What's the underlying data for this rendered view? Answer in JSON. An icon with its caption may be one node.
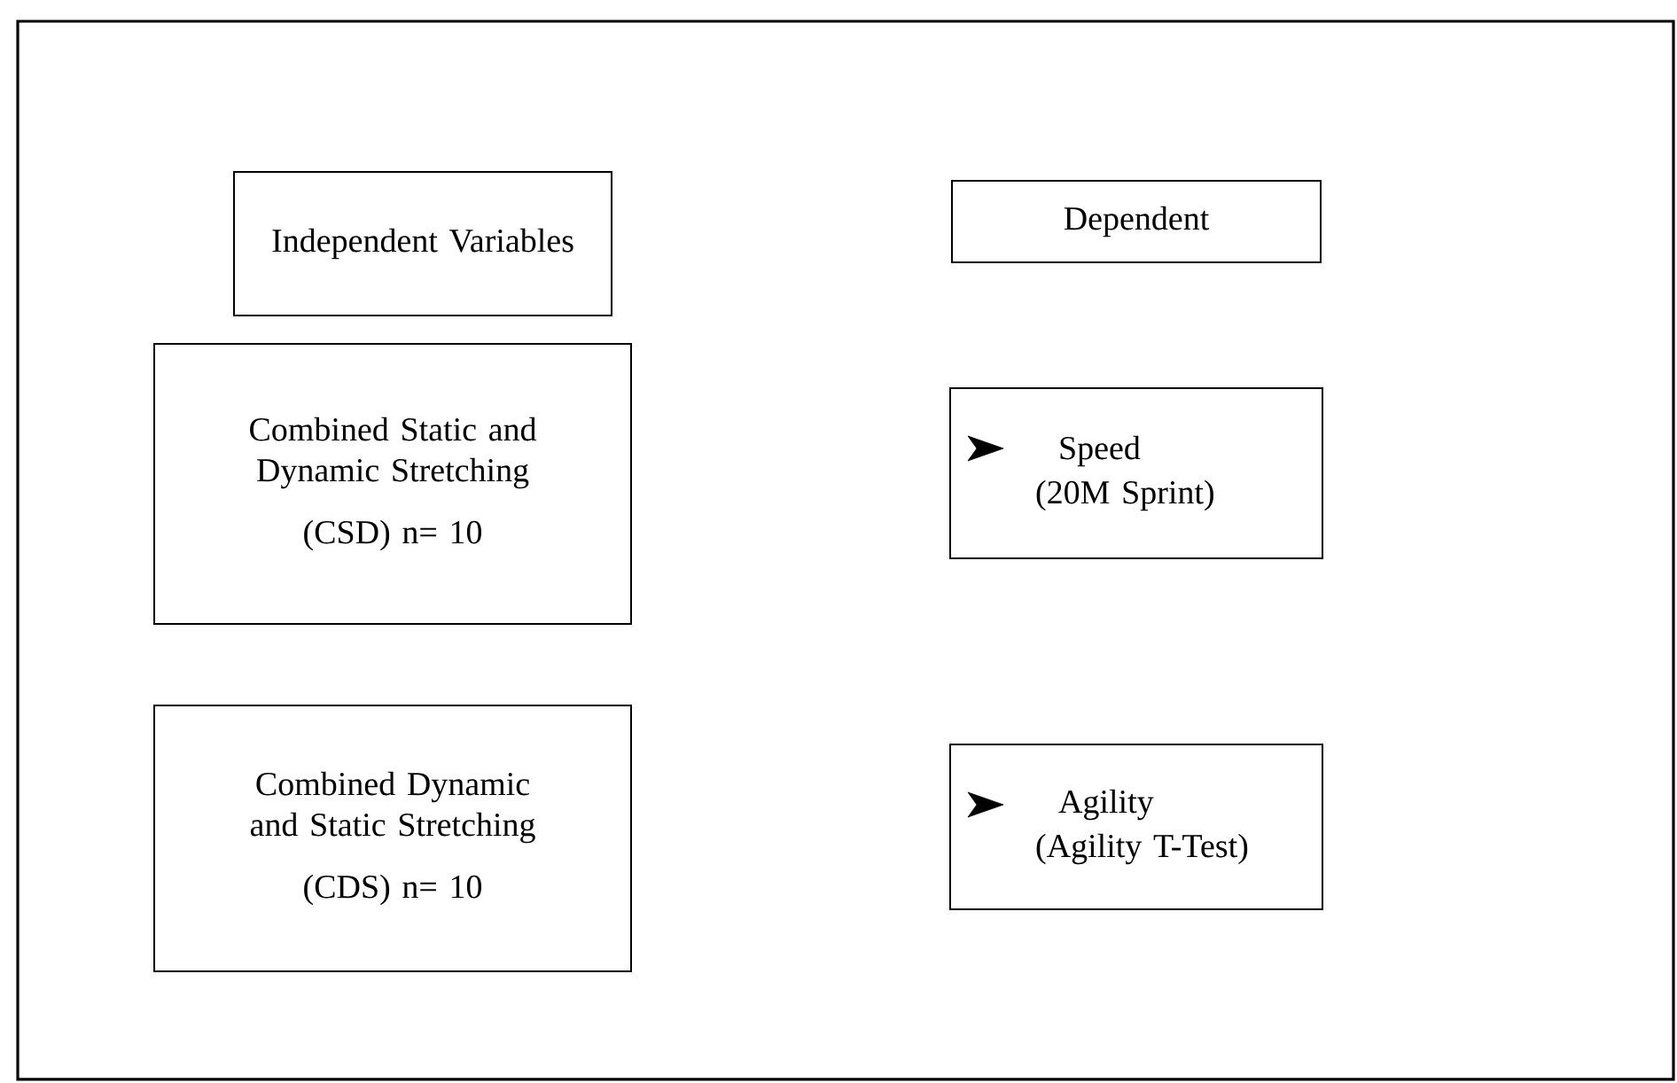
{
  "diagram": {
    "nodes": [
      {
        "text": [
          "Independent Variables"
        ]
      },
      {
        "text": [
          "Dependent"
        ]
      },
      {
        "text": [
          "Combined Static and Dynamic Stretching",
          "(CSD) n= 10"
        ]
      },
      {
        "text": [
          "Speed",
          "(20M Sprint)"
        ]
      },
      {
        "text": [
          "Combined Dynamic and Static Stretching",
          "(CDS) n= 10"
        ]
      },
      {
        "text": [
          "Agility",
          "(Agility T-Test)"
        ]
      }
    ]
  }
}
